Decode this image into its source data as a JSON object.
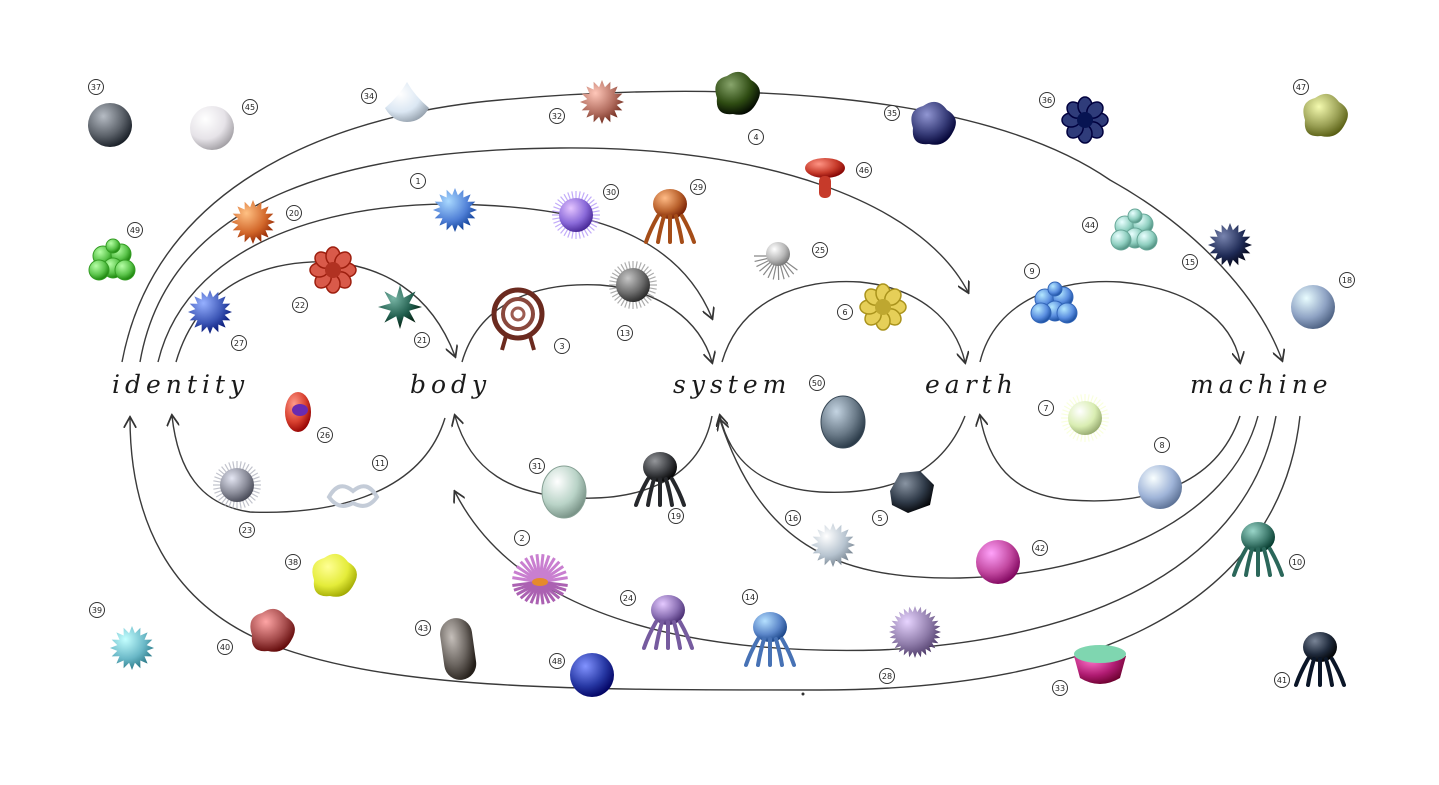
{
  "concepts": {
    "identity": "identity",
    "body": "body",
    "system": "system",
    "earth": "earth",
    "machine": "machine"
  },
  "creatures": [
    {
      "n": "1",
      "label": "1",
      "color": "#4f7fd6",
      "shape": "spiky"
    },
    {
      "n": "2",
      "label": "2",
      "color": "#c97fd0",
      "shape": "fan"
    },
    {
      "n": "3",
      "label": "3",
      "color": "#6b2a1f",
      "shape": "spiral"
    },
    {
      "n": "4",
      "label": "4",
      "color": "#2e4b12",
      "shape": "blob"
    },
    {
      "n": "5",
      "label": "5",
      "color": "#2f3a48",
      "shape": "rock"
    },
    {
      "n": "6",
      "label": "6",
      "color": "#e6cf58",
      "shape": "flower"
    },
    {
      "n": "7",
      "label": "7",
      "color": "#d9edb2",
      "shape": "fluffy"
    },
    {
      "n": "8",
      "label": "8",
      "color": "#9fb4d8",
      "shape": "ball"
    },
    {
      "n": "9",
      "label": "9",
      "color": "#5a8ee0",
      "shape": "bubbles"
    },
    {
      "n": "10",
      "label": "10",
      "color": "#3f7b6e",
      "shape": "coral"
    },
    {
      "n": "11",
      "label": "11",
      "color": "#c4ccd8",
      "shape": "ring"
    },
    {
      "n": "13",
      "label": "13",
      "color": "#6c6c6c",
      "shape": "fuzzy"
    },
    {
      "n": "14",
      "label": "14",
      "color": "#5b86c9",
      "shape": "jelly"
    },
    {
      "n": "15",
      "label": "15",
      "color": "#1e2a55",
      "shape": "spiky"
    },
    {
      "n": "16",
      "label": "16",
      "color": "#b6c3cf",
      "shape": "spiky"
    },
    {
      "n": "18",
      "label": "18",
      "color": "#8fa3c4",
      "shape": "ball"
    },
    {
      "n": "19",
      "label": "19",
      "color": "#3a3c40",
      "shape": "spider"
    },
    {
      "n": "20",
      "label": "20",
      "color": "#d2672a",
      "shape": "spiky"
    },
    {
      "n": "21",
      "label": "21",
      "color": "#1e5b4b",
      "shape": "star"
    },
    {
      "n": "22",
      "label": "22",
      "color": "#d95a4a",
      "shape": "flower"
    },
    {
      "n": "23",
      "label": "23",
      "color": "#8a8c99",
      "shape": "fuzzy"
    },
    {
      "n": "24",
      "label": "24",
      "color": "#8a6fb3",
      "shape": "coral"
    },
    {
      "n": "25",
      "label": "25",
      "color": "#b8b8b8",
      "shape": "shell"
    },
    {
      "n": "26",
      "label": "26",
      "color": "#d8402f",
      "shape": "mouth"
    },
    {
      "n": "27",
      "label": "27",
      "color": "#3c56b6",
      "shape": "spiky"
    },
    {
      "n": "28",
      "label": "28",
      "color": "#8d7aa8",
      "shape": "urchin"
    },
    {
      "n": "29",
      "label": "29",
      "color": "#b9612c",
      "shape": "jelly"
    },
    {
      "n": "30",
      "label": "30",
      "color": "#8a6ad9",
      "shape": "fuzzy"
    },
    {
      "n": "31",
      "label": "31",
      "color": "#b9d3c7",
      "shape": "egg"
    },
    {
      "n": "32",
      "label": "32",
      "color": "#b26d5f",
      "shape": "spiky"
    },
    {
      "n": "33",
      "label": "33",
      "color": "#b01b72",
      "shape": "cup"
    },
    {
      "n": "34",
      "label": "34",
      "color": "#dbe7f3",
      "shape": "drop"
    },
    {
      "n": "35",
      "label": "35",
      "color": "#373c78",
      "shape": "blob"
    },
    {
      "n": "36",
      "label": "36",
      "color": "#2f3c7a",
      "shape": "flower"
    },
    {
      "n": "37",
      "label": "37",
      "color": "#5c626a",
      "shape": "ball"
    },
    {
      "n": "38",
      "label": "38",
      "color": "#e4ec3a",
      "shape": "blob"
    },
    {
      "n": "39",
      "label": "39",
      "color": "#6ab8c7",
      "shape": "spiky"
    },
    {
      "n": "40",
      "label": "40",
      "color": "#a44b4b",
      "shape": "blob"
    },
    {
      "n": "41",
      "label": "41",
      "color": "#1f2a3c",
      "shape": "coral"
    },
    {
      "n": "42",
      "label": "42",
      "color": "#c248a0",
      "shape": "ball"
    },
    {
      "n": "43",
      "label": "43",
      "color": "#6b6560",
      "shape": "bean"
    },
    {
      "n": "44",
      "label": "44",
      "color": "#8fcfc0",
      "shape": "bubbles"
    },
    {
      "n": "45",
      "label": "45",
      "color": "#e6e3e8",
      "shape": "ball"
    },
    {
      "n": "46",
      "label": "46",
      "color": "#c63a2a",
      "shape": "mushroom"
    },
    {
      "n": "47",
      "label": "47",
      "color": "#9aa055",
      "shape": "blob"
    },
    {
      "n": "48",
      "label": "48",
      "color": "#2839a5",
      "shape": "ball"
    },
    {
      "n": "49",
      "label": "49",
      "color": "#5bc44b",
      "shape": "bubbles"
    },
    {
      "n": "50",
      "label": "50",
      "color": "#6a7a88",
      "shape": "egg"
    }
  ]
}
